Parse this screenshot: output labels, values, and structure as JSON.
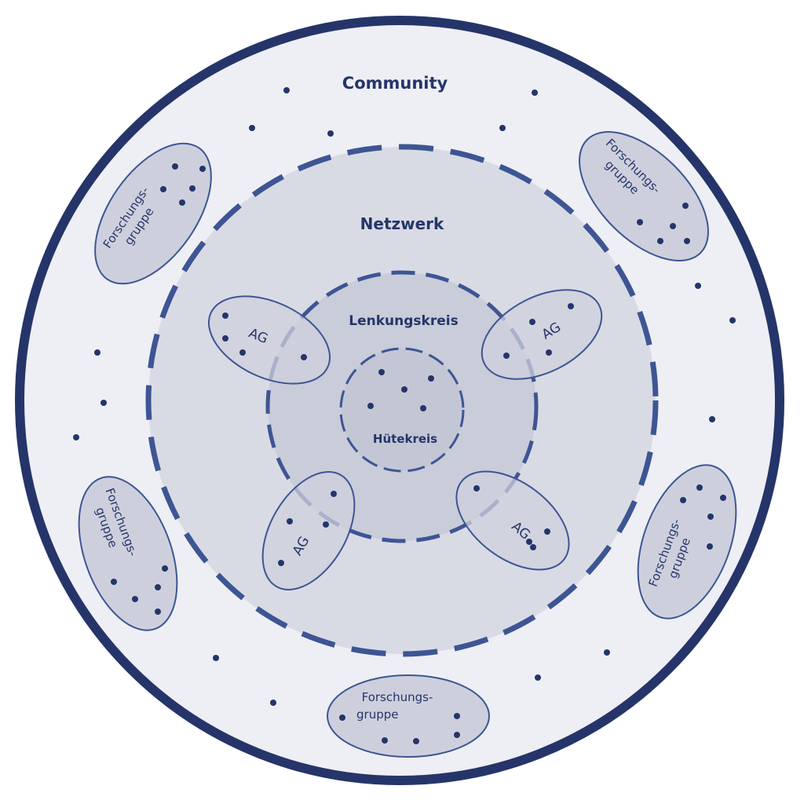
{
  "labels": {
    "community": "Community",
    "netzwerk": "Netzwerk",
    "lenkungskreis": "Lenkungskreis",
    "huetekreis": "Hütekreis",
    "ag": "AG",
    "forschungsgruppe_line1": "Forschungs-",
    "forschungsgruppe_line2": "gruppe"
  },
  "colors": {
    "outline_dark": "#25356a",
    "outline_mid": "#3d5594",
    "dot": "#25356a",
    "text": "#25356a",
    "community_fill": "#eeeff4",
    "netzwerk_fill": "#d9dbe4",
    "lenkungskreis_fill": "#c9ccd9",
    "huetekreis_fill": "#c3c7d5",
    "group_fill": "#cdd0dc"
  }
}
